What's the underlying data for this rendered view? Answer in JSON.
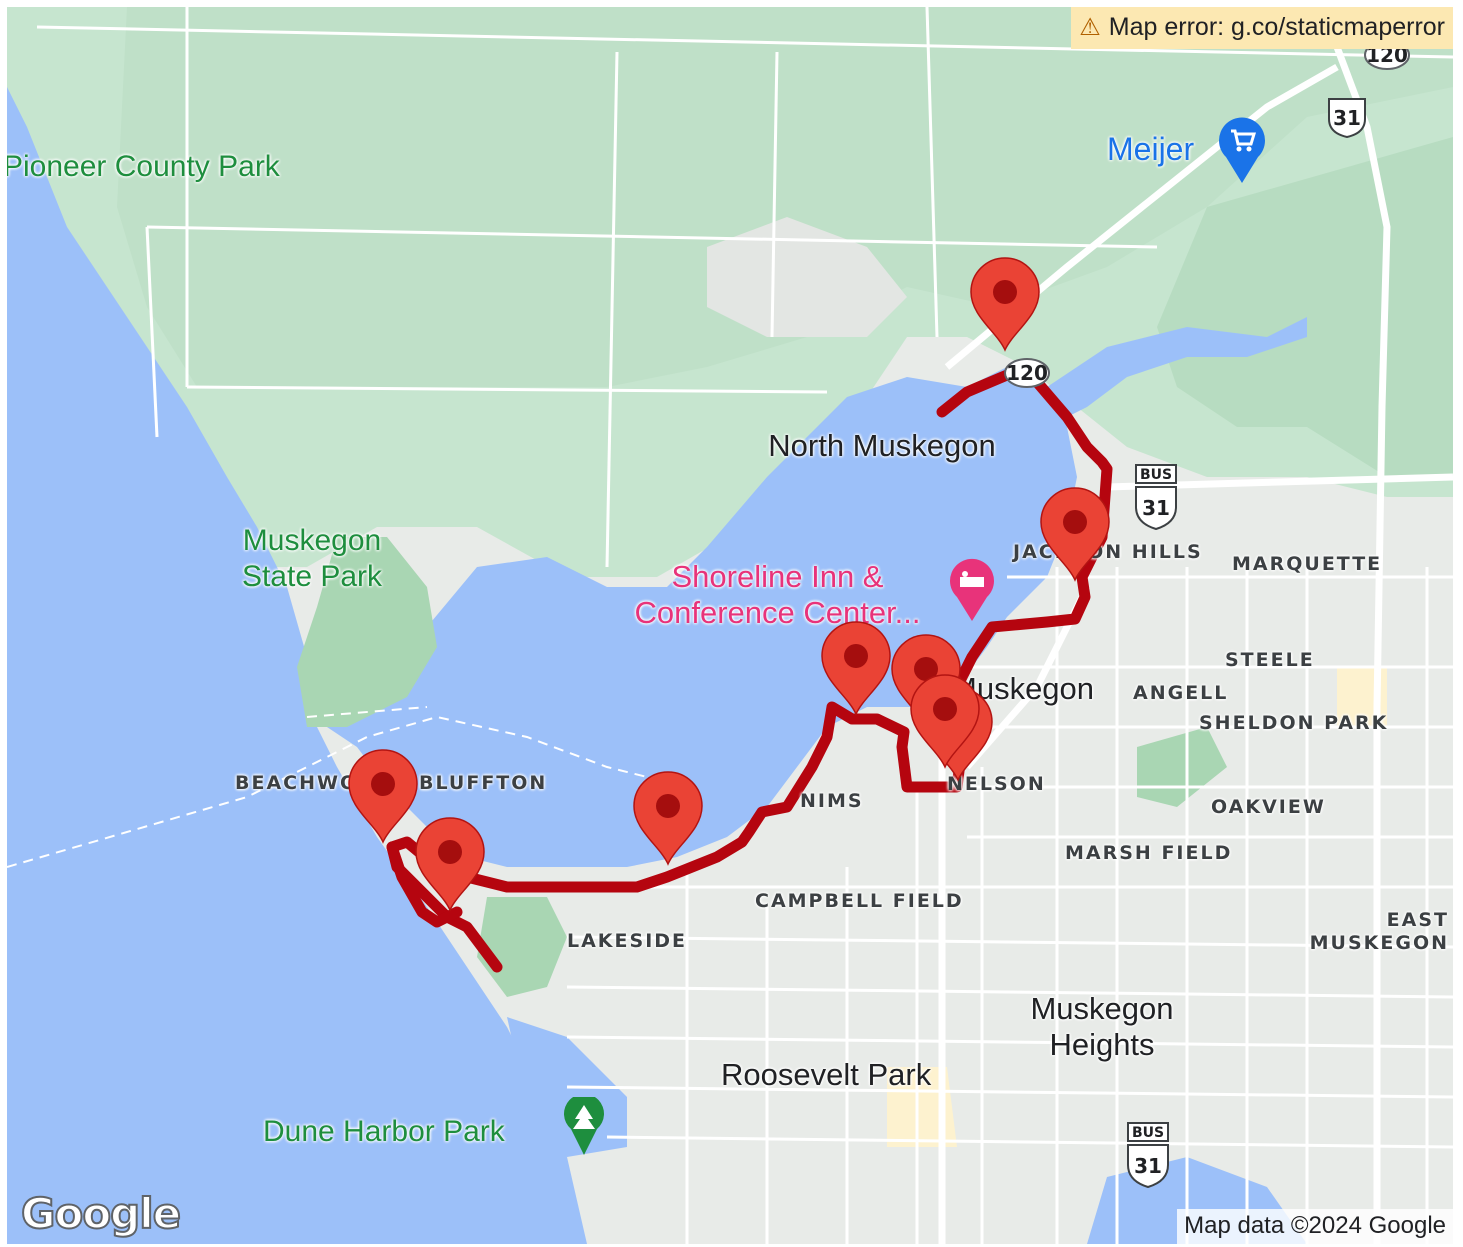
{
  "map": {
    "error_text": "Map error: g.co/staticmaperror",
    "attribution": "Map data ©2024 Google",
    "logo_text": "Google",
    "colors": {
      "water": "#9cc0f9",
      "land": "#e8ebe8",
      "green": "#b9dfc4",
      "park": "#a9d6b3",
      "road": "#ffffff",
      "route": "#b5050f",
      "marker": "#ea4335",
      "marker_dot": "#a50e0e"
    },
    "labels": {
      "north_muskegon": "North Muskegon",
      "muskegon": "Muskegon",
      "muskegon_heights": "Muskegon Heights",
      "roosevelt_park": "Roosevelt Park",
      "pioneer_park": "Pioneer County Park",
      "state_park": "Muskegon State Park",
      "dune_harbor": "Dune Harbor Park",
      "shoreline_inn": "Shoreline Inn & Conference Center...",
      "meijer": "Meijer",
      "jackson_hills": "JACKSON HILLS",
      "marquette": "MARQUETTE",
      "steele": "STEELE",
      "angell": "ANGELL",
      "sheldon_park": "SHELDON PARK",
      "oakview": "OAKVIEW",
      "nelson": "NELSON",
      "nims": "NIMS",
      "marsh_field": "MARSH FIELD",
      "campbell_field": "CAMPBELL FIELD",
      "east_muskegon": "EAST MUSKEGON",
      "lakeside": "LAKESIDE",
      "beachwood": "BEACHWOOD",
      "bluffton": "BLUFFTON"
    },
    "shields": {
      "us31_north": "31",
      "m120_top": "120",
      "m120_mid": "120",
      "bus31_a": "31",
      "bus31_b": "31",
      "bus_label": "BUS"
    },
    "icons": [
      "warning-icon",
      "shopping-cart-icon",
      "hotel-bed-icon",
      "park-tree-icon",
      "map-pin-icon"
    ],
    "marker_count": 9
  }
}
